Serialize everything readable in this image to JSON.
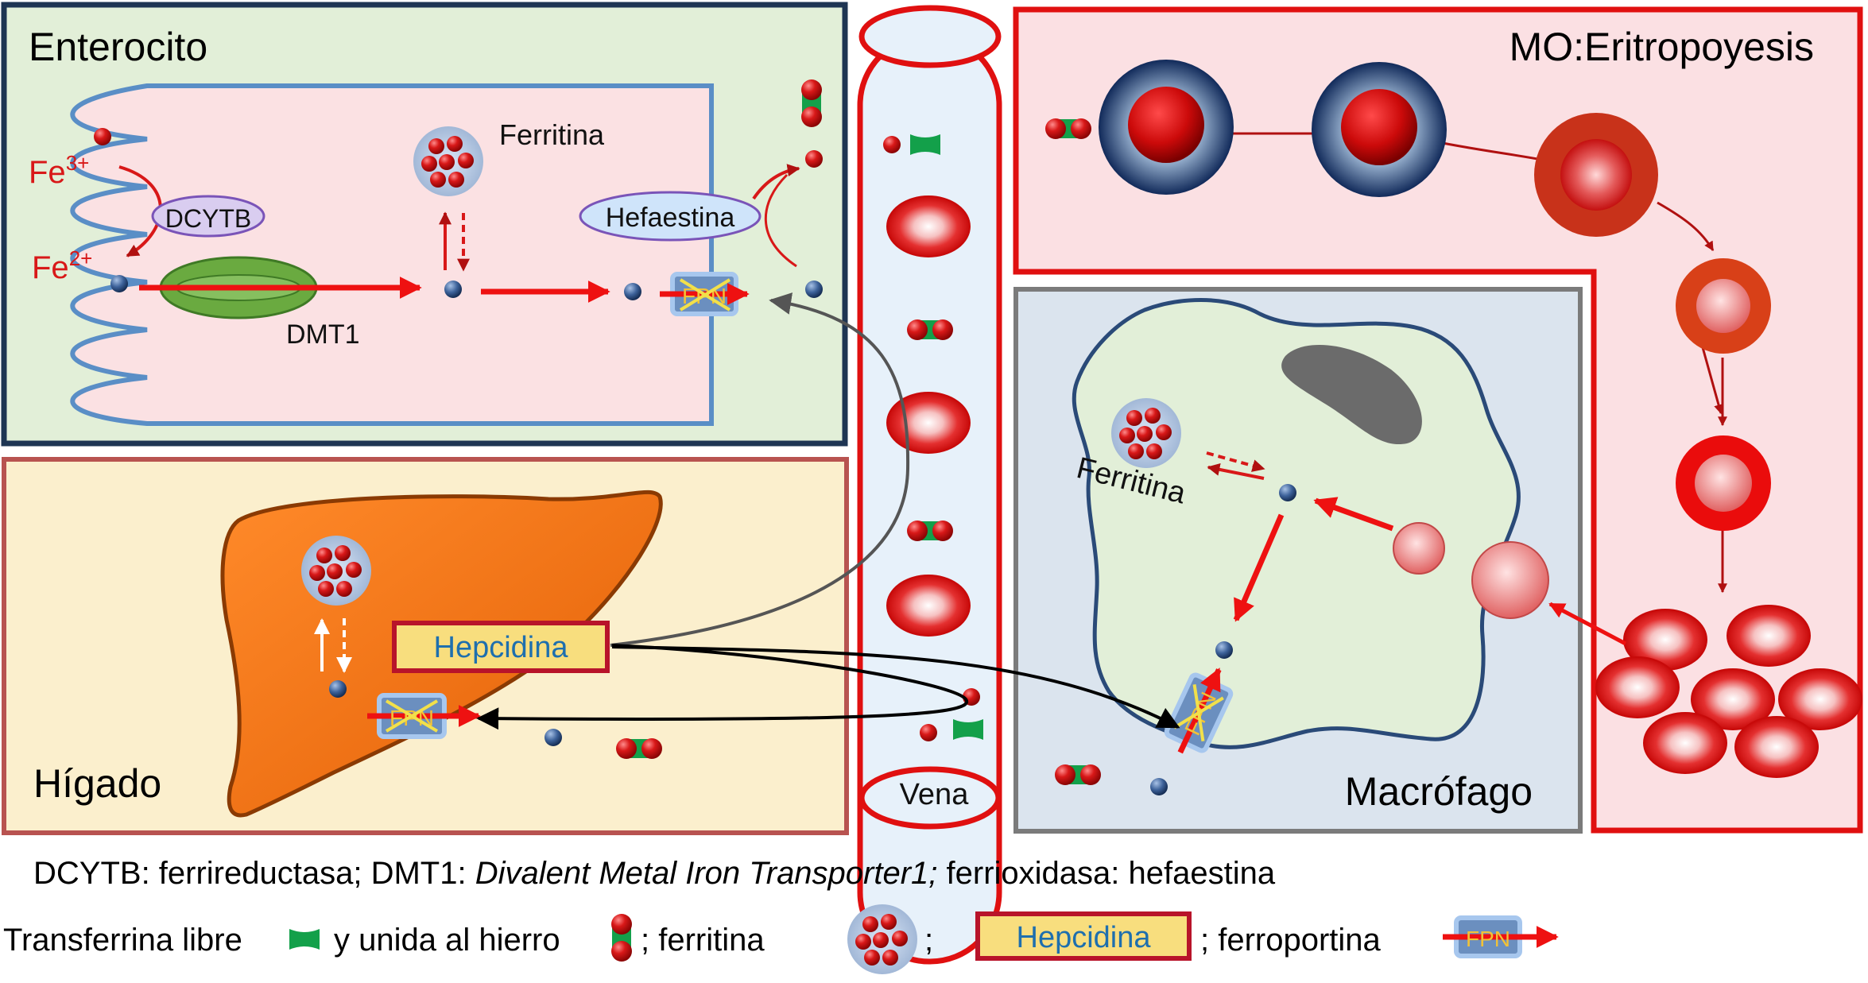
{
  "panels": {
    "enterocito": "Enterocito",
    "higado": "Hígado",
    "vena": "Vena",
    "eritropoyesis": "MO:Eritropoyesis",
    "macrofago": "Macrófago"
  },
  "labels": {
    "fe3": "Fe",
    "fe3_sup": "3+",
    "fe2": "Fe",
    "fe2_sup": "2+",
    "dcytb": "DCYTB",
    "dmt1": "DMT1",
    "ferritina_enterocito": "Ferritina",
    "hefaestina": "Hefaestina",
    "fpn": "FPN",
    "hepcidina": "Hepcidina",
    "ferritina_macrofago": "Ferritina"
  },
  "legend": {
    "line1_a": "DCYTB: ferrireductasa;  DMT1: ",
    "line1_b": "Divalent Metal Iron Transporter1;",
    "line1_c": " ferrioxidasa: hefaestina",
    "line2_a": "Transferrina libre",
    "line2_b": "y unida al hierro",
    "line2_c": "; ferritina",
    "line2_d": ";",
    "line2_hepcidina": "Hepcidina",
    "line2_e": "; ferroportina",
    "line2_fpn": "FPN"
  },
  "colors": {
    "iron_red": "#d81818",
    "arrow_red": "#ee1111",
    "transferrin_green": "#13a04a",
    "ion_blue": "#2c4f86",
    "enterocyte_bg": "#e2efd8",
    "cell_pink": "#fbe1e3",
    "liver_bg": "#fbefcd",
    "macrophage_bg": "#dbe4ee",
    "vein_bg": "#e7f1fa",
    "marrow_bg": "#fbe0e3",
    "hepcidin_fill": "#f8de7e",
    "fpn_blue": "#6b8fbf",
    "liver_orange": "#ee7014"
  }
}
